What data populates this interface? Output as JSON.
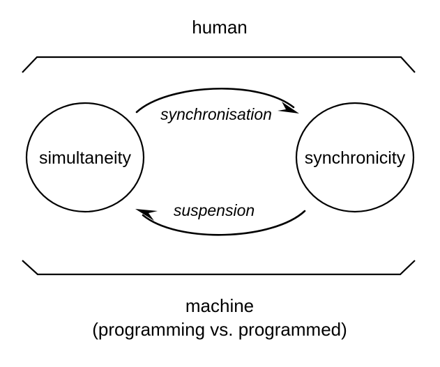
{
  "diagram": {
    "title_top": "human",
    "title_bottom_main": "machine",
    "title_bottom_sub": "(programming vs. programmed)",
    "nodes": [
      {
        "id": "left",
        "label": "simultaneity"
      },
      {
        "id": "right",
        "label": "synchronicity"
      }
    ],
    "edges": [
      {
        "id": "top",
        "label": "synchronisation",
        "from": "simultaneity",
        "to": "synchronicity"
      },
      {
        "id": "bottom",
        "label": "suspension",
        "from": "synchronicity",
        "to": "simultaneity"
      }
    ],
    "colors": {
      "stroke": "#000000",
      "background": "#ffffff",
      "text": "#000000"
    },
    "braces": {
      "top_label": "human",
      "bottom_label": "machine"
    }
  }
}
